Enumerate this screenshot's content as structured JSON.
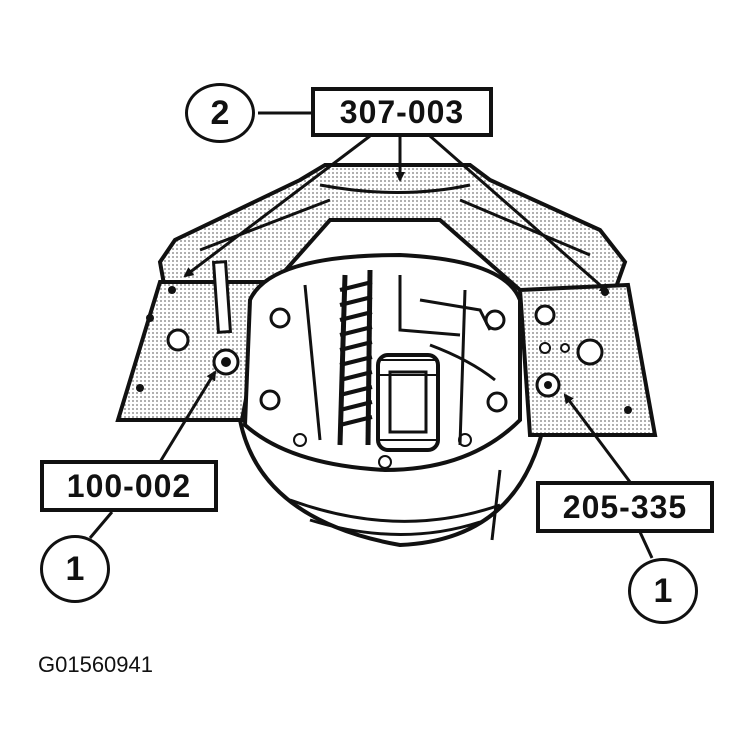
{
  "callouts": [
    {
      "number": "2"
    },
    {
      "number": "1"
    },
    {
      "number": "1"
    }
  ],
  "tool_labels": {
    "top": "307-003",
    "left": "100-002",
    "right": "205-335"
  },
  "figure_id": "G01560941",
  "colors": {
    "ink": "#111111",
    "paper": "#ffffff",
    "shade": "#9a9a9a"
  }
}
